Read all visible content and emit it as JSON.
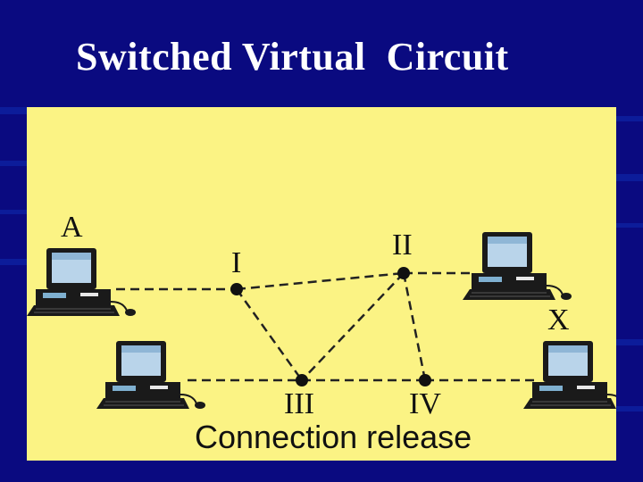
{
  "slide": {
    "title": "Switched Virtual  Circuit",
    "background_color": "#0a0a80",
    "panel_color": "#fbf384"
  },
  "diagram": {
    "endpoints": [
      {
        "label": "A",
        "icon": "computer-icon"
      },
      {
        "label": "",
        "icon": "computer-icon"
      },
      {
        "label": "",
        "icon": "computer-icon"
      },
      {
        "label": "X",
        "icon": "computer-icon"
      }
    ],
    "switches": [
      "I",
      "II",
      "III",
      "IV"
    ],
    "line_style": "dashed",
    "caption": "Connection release"
  }
}
